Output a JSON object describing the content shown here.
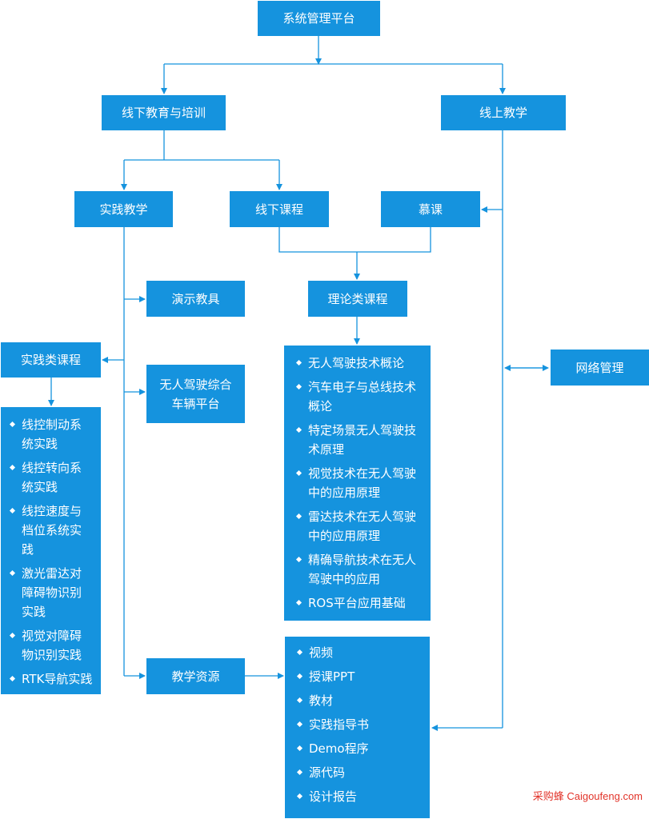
{
  "nodes": {
    "system_platform": "系统管理平台",
    "offline_education": "线下教育与培训",
    "online_teaching": "线上教学",
    "practice_teaching": "实践教学",
    "offline_course": "线下课程",
    "mooc": "慕课",
    "demo_tools": "演示教具",
    "theory_course": "理论类课程",
    "practice_course": "实践类课程",
    "network_management": "网络管理",
    "vehicle_platform": "无人驾驶综合车辆平台",
    "teaching_resources": "教学资源"
  },
  "lists": {
    "practice_items": [
      "线控制动系统实践",
      "线控转向系统实践",
      "线控速度与档位系统实践",
      "激光雷达对障碍物识别实践",
      "视觉对障碍物识别实践",
      "RTK导航实践"
    ],
    "theory_items": [
      "无人驾驶技术概论",
      "汽车电子与总线技术概论",
      "特定场景无人驾驶技术原理",
      "视觉技术在无人驾驶中的应用原理",
      "雷达技术在无人驾驶中的应用原理",
      "精确导航技术在无人驾驶中的应用",
      "ROS平台应用基础"
    ],
    "resource_items": [
      "视频",
      "授课PPT",
      "教材",
      "实践指导书",
      "Demo程序",
      "源代码",
      "设计报告"
    ]
  },
  "watermark": "采购蜂 Caigoufeng.com",
  "colors": {
    "box": "#1593de",
    "line": "#1593de",
    "text": "#ffffff",
    "watermark": "#e2342a"
  }
}
